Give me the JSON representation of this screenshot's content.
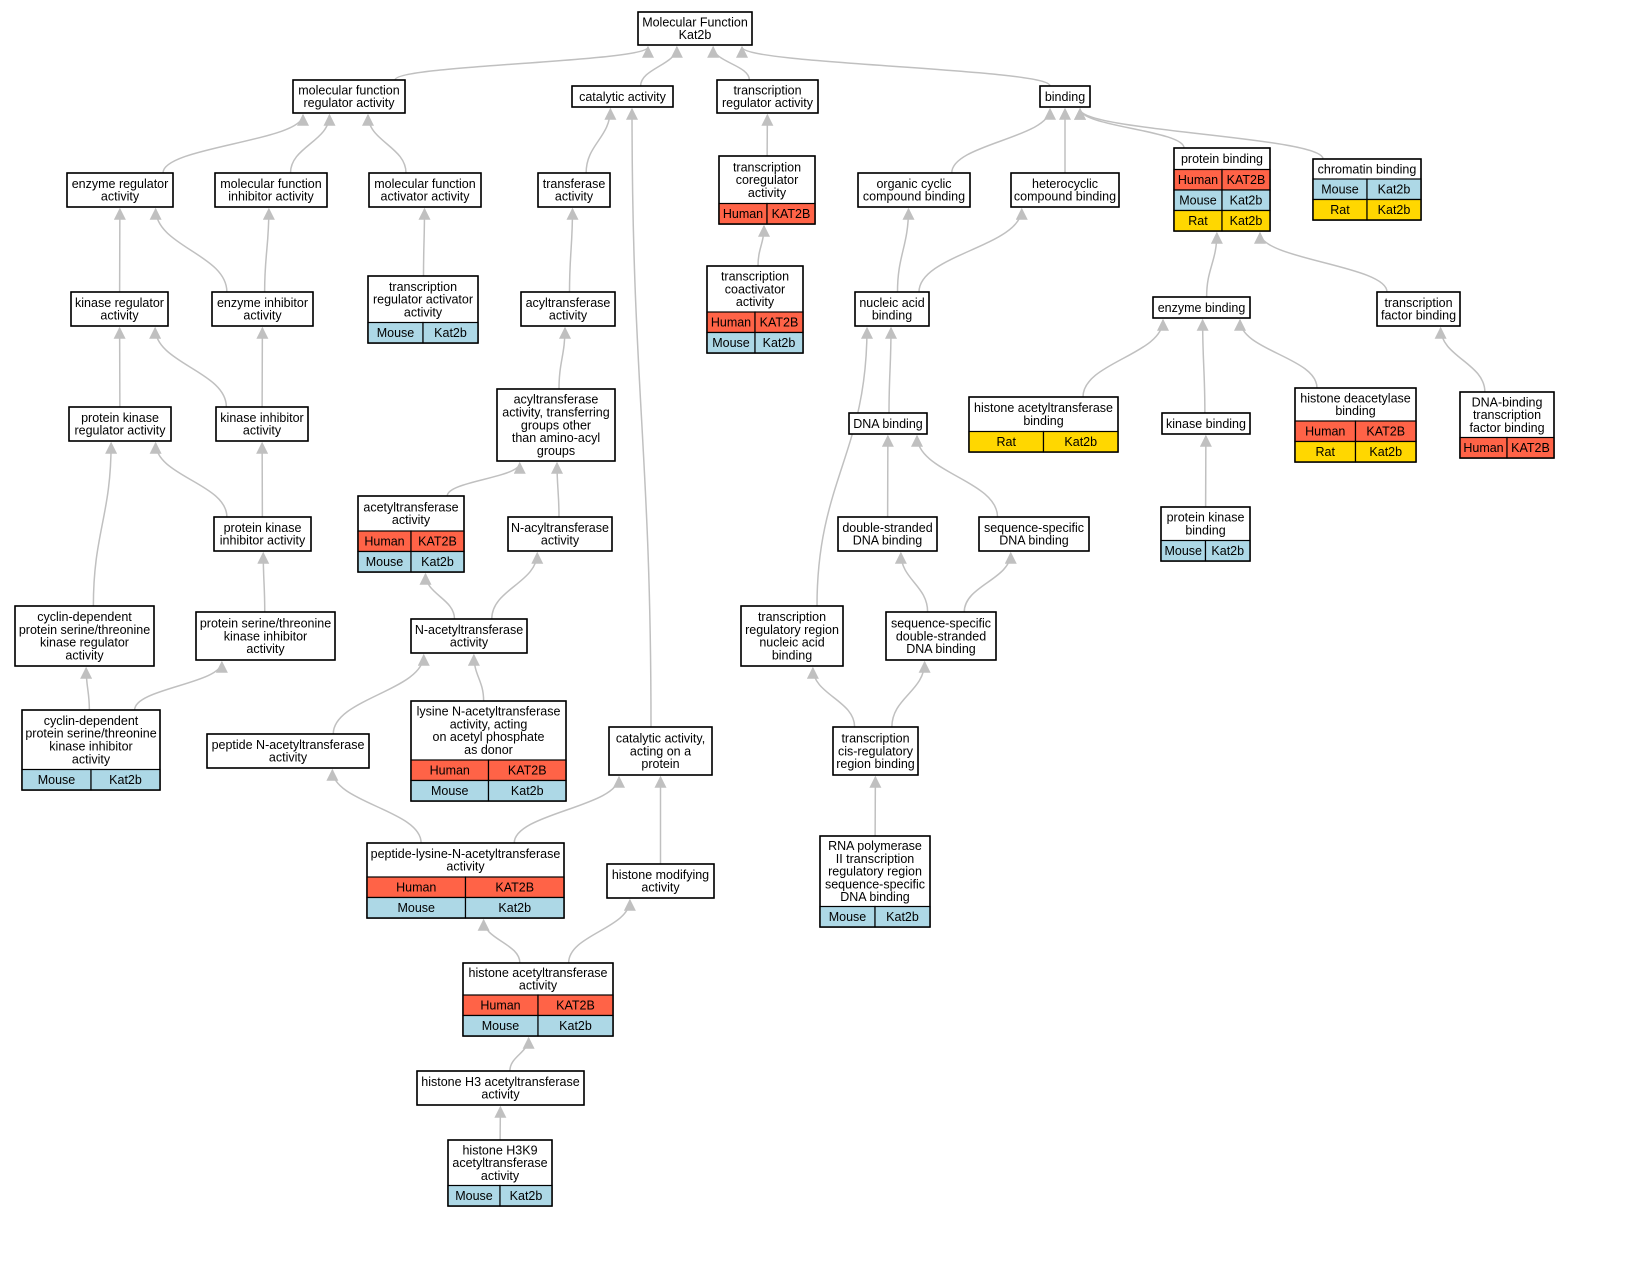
{
  "colors": {
    "Human": "#ff6347",
    "Mouse": "#add8e6",
    "Rat": "#ffd700",
    "edge": "#c0c0c0"
  },
  "nodes": [
    {
      "id": "mf",
      "lines": [
        "Molecular Function",
        "Kat2b"
      ]
    },
    {
      "id": "mfra",
      "lines": [
        "molecular function",
        "regulator activity"
      ]
    },
    {
      "id": "cat",
      "lines": [
        "catalytic activity"
      ]
    },
    {
      "id": "tra",
      "lines": [
        "transcription",
        "regulator activity"
      ]
    },
    {
      "id": "bind",
      "lines": [
        "binding"
      ]
    },
    {
      "id": "era",
      "lines": [
        "enzyme regulator",
        "activity"
      ]
    },
    {
      "id": "mfia",
      "lines": [
        "molecular function",
        "inhibitor activity"
      ]
    },
    {
      "id": "mfaa",
      "lines": [
        "molecular function",
        "activator activity"
      ]
    },
    {
      "id": "trans",
      "lines": [
        "transferase",
        "activity"
      ]
    },
    {
      "id": "tca",
      "lines": [
        "transcription",
        "coregulator",
        "activity"
      ],
      "species": [
        [
          "Human",
          "KAT2B"
        ]
      ]
    },
    {
      "id": "occb",
      "lines": [
        "organic cyclic",
        "compound binding"
      ]
    },
    {
      "id": "hcb",
      "lines": [
        "heterocyclic",
        "compound binding"
      ]
    },
    {
      "id": "pb",
      "lines": [
        "protein binding"
      ],
      "species": [
        [
          "Human",
          "KAT2B"
        ],
        [
          "Mouse",
          "Kat2b"
        ],
        [
          "Rat",
          "Kat2b"
        ]
      ]
    },
    {
      "id": "chb",
      "lines": [
        "chromatin binding"
      ],
      "species": [
        [
          "Mouse",
          "Kat2b"
        ],
        [
          "Rat",
          "Kat2b"
        ]
      ]
    },
    {
      "id": "kra",
      "lines": [
        "kinase regulator",
        "activity"
      ]
    },
    {
      "id": "eia",
      "lines": [
        "enzyme inhibitor",
        "activity"
      ]
    },
    {
      "id": "traa",
      "lines": [
        "transcription",
        "regulator activator",
        "activity"
      ],
      "species": [
        [
          "Mouse",
          "Kat2b"
        ]
      ]
    },
    {
      "id": "acyl",
      "lines": [
        "acyltransferase",
        "activity"
      ]
    },
    {
      "id": "tcoa",
      "lines": [
        "transcription",
        "coactivator",
        "activity"
      ],
      "species": [
        [
          "Human",
          "KAT2B"
        ],
        [
          "Mouse",
          "Kat2b"
        ]
      ]
    },
    {
      "id": "nab",
      "lines": [
        "nucleic acid",
        "binding"
      ]
    },
    {
      "id": "eb",
      "lines": [
        "enzyme binding"
      ]
    },
    {
      "id": "tfb",
      "lines": [
        "transcription",
        "factor binding"
      ]
    },
    {
      "id": "pkra",
      "lines": [
        "protein kinase",
        "regulator activity"
      ]
    },
    {
      "id": "kia",
      "lines": [
        "kinase inhibitor",
        "activity"
      ]
    },
    {
      "id": "acyl2",
      "lines": [
        "acyltransferase",
        "activity, transferring",
        "groups other",
        "than amino-acyl",
        "groups"
      ]
    },
    {
      "id": "dnab",
      "lines": [
        "DNA binding"
      ]
    },
    {
      "id": "hatb",
      "lines": [
        "histone acetyltransferase",
        "binding"
      ],
      "species": [
        [
          "Rat",
          "Kat2b"
        ]
      ]
    },
    {
      "id": "kb",
      "lines": [
        "kinase binding"
      ]
    },
    {
      "id": "hdb",
      "lines": [
        "histone deacetylase",
        "binding"
      ],
      "species": [
        [
          "Human",
          "KAT2B"
        ],
        [
          "Rat",
          "Kat2b"
        ]
      ]
    },
    {
      "id": "dbtfb",
      "lines": [
        "DNA-binding",
        "transcription",
        "factor binding"
      ],
      "species": [
        [
          "Human",
          "KAT2B"
        ]
      ]
    },
    {
      "id": "acet",
      "lines": [
        "acetyltransferase",
        "activity"
      ],
      "species": [
        [
          "Human",
          "KAT2B"
        ],
        [
          "Mouse",
          "Kat2b"
        ]
      ]
    },
    {
      "id": "nacyl",
      "lines": [
        "N-acyltransferase",
        "activity"
      ]
    },
    {
      "id": "pkia",
      "lines": [
        "protein kinase",
        "inhibitor activity"
      ]
    },
    {
      "id": "dsdna",
      "lines": [
        "double-stranded",
        "DNA binding"
      ]
    },
    {
      "id": "ssdna",
      "lines": [
        "sequence-specific",
        "DNA binding"
      ]
    },
    {
      "id": "pkb",
      "lines": [
        "protein kinase",
        "binding"
      ],
      "species": [
        [
          "Mouse",
          "Kat2b"
        ]
      ]
    },
    {
      "id": "cdkra",
      "lines": [
        "cyclin-dependent",
        "protein serine/threonine",
        "kinase regulator",
        "activity"
      ]
    },
    {
      "id": "pstkia",
      "lines": [
        "protein serine/threonine",
        "kinase inhibitor",
        "activity"
      ]
    },
    {
      "id": "nacet",
      "lines": [
        "N-acetyltransferase",
        "activity"
      ]
    },
    {
      "id": "trnab",
      "lines": [
        "transcription",
        "regulatory region",
        "nucleic acid",
        "binding"
      ]
    },
    {
      "id": "ssdsdna",
      "lines": [
        "sequence-specific",
        "double-stranded",
        "DNA binding"
      ]
    },
    {
      "id": "cdkia",
      "lines": [
        "cyclin-dependent",
        "protein serine/threonine",
        "kinase inhibitor",
        "activity"
      ],
      "species": [
        [
          "Mouse",
          "Kat2b"
        ]
      ]
    },
    {
      "id": "lnat",
      "lines": [
        "lysine N-acetyltransferase",
        "activity, acting",
        "on acetyl phosphate",
        "as donor"
      ],
      "species": [
        [
          "Human",
          "KAT2B"
        ],
        [
          "Mouse",
          "Kat2b"
        ]
      ]
    },
    {
      "id": "pnat",
      "lines": [
        "peptide N-acetyltransferase",
        "activity"
      ]
    },
    {
      "id": "cap",
      "lines": [
        "catalytic activity,",
        "acting on a",
        "protein"
      ]
    },
    {
      "id": "tcrb",
      "lines": [
        "transcription",
        "cis-regulatory",
        "region binding"
      ]
    },
    {
      "id": "plnat",
      "lines": [
        "peptide-lysine-N-acetyltransferase",
        "activity"
      ],
      "species": [
        [
          "Human",
          "KAT2B"
        ],
        [
          "Mouse",
          "Kat2b"
        ]
      ]
    },
    {
      "id": "hma",
      "lines": [
        "histone modifying",
        "activity"
      ]
    },
    {
      "id": "rnap",
      "lines": [
        "RNA polymerase",
        "II transcription",
        "regulatory region",
        "sequence-specific",
        "DNA binding"
      ],
      "species": [
        [
          "Mouse",
          "Kat2b"
        ]
      ]
    },
    {
      "id": "hat",
      "lines": [
        "histone acetyltransferase",
        "activity"
      ],
      "species": [
        [
          "Human",
          "KAT2B"
        ],
        [
          "Mouse",
          "Kat2b"
        ]
      ]
    },
    {
      "id": "h3at",
      "lines": [
        "histone H3 acetyltransferase",
        "activity"
      ]
    },
    {
      "id": "h3k9",
      "lines": [
        "histone H3K9",
        "acetyltransferase",
        "activity"
      ],
      "species": [
        [
          "Mouse",
          "Kat2b"
        ]
      ]
    }
  ],
  "edges": [
    [
      "mfra",
      "mf"
    ],
    [
      "cat",
      "mf"
    ],
    [
      "tra",
      "mf"
    ],
    [
      "bind",
      "mf"
    ],
    [
      "era",
      "mfra"
    ],
    [
      "mfia",
      "mfra"
    ],
    [
      "mfaa",
      "mfra"
    ],
    [
      "trans",
      "cat"
    ],
    [
      "tca",
      "tra"
    ],
    [
      "occb",
      "bind"
    ],
    [
      "hcb",
      "bind"
    ],
    [
      "pb",
      "bind"
    ],
    [
      "chb",
      "bind"
    ],
    [
      "kra",
      "era"
    ],
    [
      "eia",
      "era"
    ],
    [
      "eia",
      "mfia"
    ],
    [
      "traa",
      "mfaa"
    ],
    [
      "acyl",
      "trans"
    ],
    [
      "tcoa",
      "tca"
    ],
    [
      "nab",
      "occb"
    ],
    [
      "nab",
      "hcb"
    ],
    [
      "eb",
      "pb"
    ],
    [
      "tfb",
      "pb"
    ],
    [
      "pkra",
      "kra"
    ],
    [
      "kia",
      "kra"
    ],
    [
      "kia",
      "eia"
    ],
    [
      "acyl2",
      "acyl"
    ],
    [
      "dnab",
      "nab"
    ],
    [
      "hatb",
      "eb"
    ],
    [
      "kb",
      "eb"
    ],
    [
      "hdb",
      "eb"
    ],
    [
      "dbtfb",
      "tfb"
    ],
    [
      "acet",
      "acyl2"
    ],
    [
      "nacyl",
      "acyl2"
    ],
    [
      "pkia",
      "pkra"
    ],
    [
      "pkia",
      "kia"
    ],
    [
      "dsdna",
      "dnab"
    ],
    [
      "ssdna",
      "dnab"
    ],
    [
      "pkb",
      "kb"
    ],
    [
      "cdkra",
      "pkra"
    ],
    [
      "pstkia",
      "pkia"
    ],
    [
      "nacet",
      "acet"
    ],
    [
      "nacet",
      "nacyl"
    ],
    [
      "trnab",
      "nab"
    ],
    [
      "ssdsdna",
      "dsdna"
    ],
    [
      "ssdsdna",
      "ssdna"
    ],
    [
      "cdkia",
      "cdkra"
    ],
    [
      "cdkia",
      "pstkia"
    ],
    [
      "lnat",
      "nacet"
    ],
    [
      "pnat",
      "nacet"
    ],
    [
      "cap",
      "cat"
    ],
    [
      "tcrb",
      "trnab"
    ],
    [
      "tcrb",
      "ssdsdna"
    ],
    [
      "plnat",
      "pnat"
    ],
    [
      "plnat",
      "cap"
    ],
    [
      "hma",
      "cap"
    ],
    [
      "rnap",
      "tcrb"
    ],
    [
      "hat",
      "plnat"
    ],
    [
      "hat",
      "hma"
    ],
    [
      "h3at",
      "hat"
    ],
    [
      "h3k9",
      "h3at"
    ]
  ]
}
